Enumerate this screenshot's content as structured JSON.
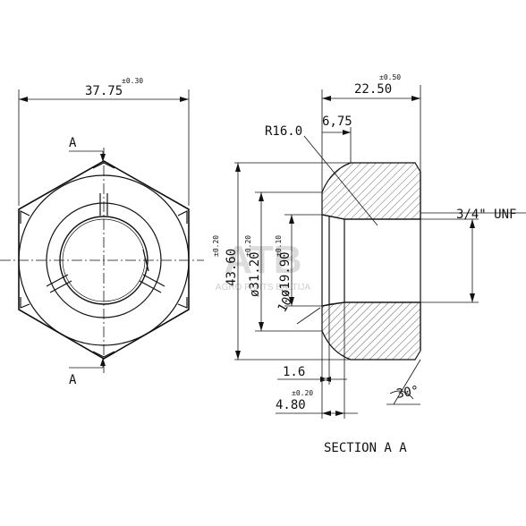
{
  "watermark": {
    "logo_text": "ATB",
    "subtitle": "AGRO PARTS BALTIJA",
    "color": "#d9d9d9"
  },
  "front_view": {
    "width_value": "37.75",
    "width_tol": "±0.30",
    "section_marker": "A"
  },
  "section_view": {
    "length_value": "22.50",
    "length_tol": "±0.50",
    "chamfer_radius": "R16.0",
    "chamfer_depth": "6,75",
    "thread_callout": "3/4\" UNF",
    "dia_outer_value": "43.60",
    "dia_outer_tol": "±0.20",
    "dia_mid_value": "ø31.20",
    "dia_mid_tol": "±0.20",
    "dia_bore_value": "ø19.90",
    "dia_bore_tol": "±0.10",
    "bore_angle": "10°",
    "insert_value": "1.6",
    "flange_value": "4.80",
    "flange_tol": "±0.20",
    "chamfer_angle": "30°",
    "caption": "SECTION A A"
  },
  "colors": {
    "line": "#111111",
    "hatch": "#555555",
    "watermark": "#d9d9d9"
  }
}
